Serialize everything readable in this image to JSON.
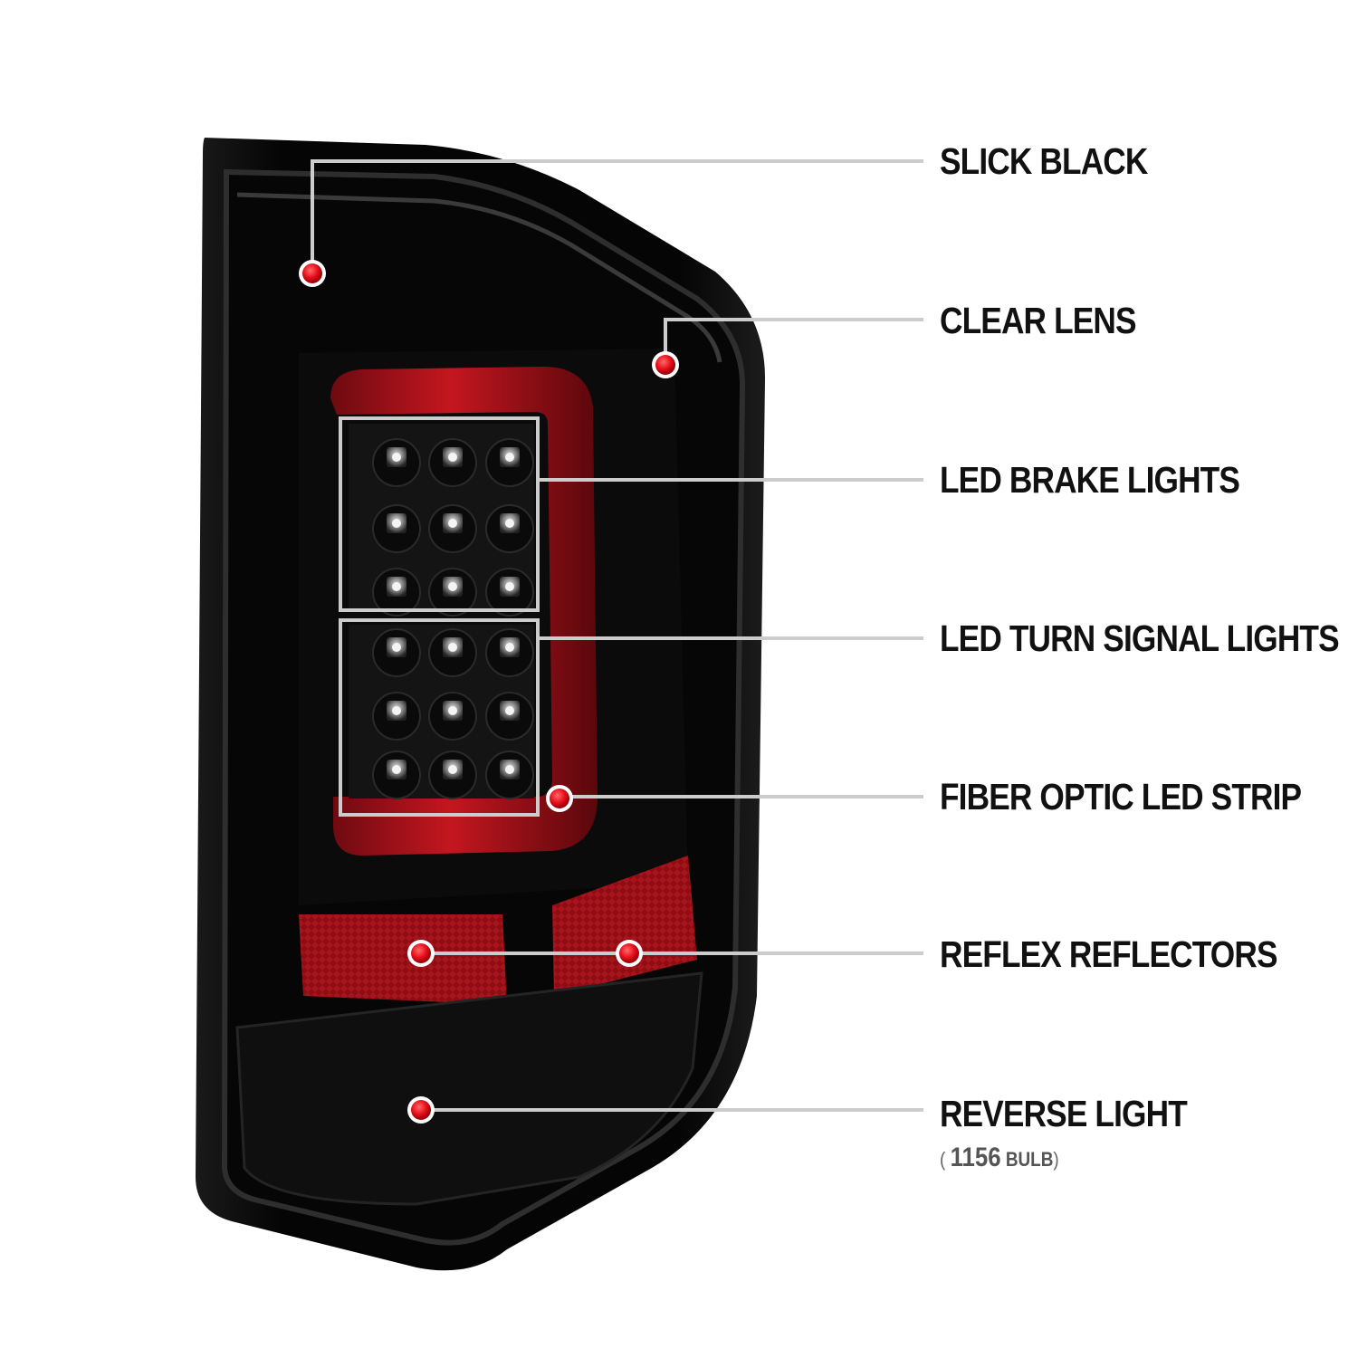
{
  "callouts": [
    {
      "label": "SLICK BLACK"
    },
    {
      "label": "CLEAR LENS"
    },
    {
      "label": "LED BRAKE LIGHTS"
    },
    {
      "label": "LED TURN SIGNAL LIGHTS"
    },
    {
      "label": "FIBER OPTIC LED STRIP"
    },
    {
      "label": "REFLEX REFLECTORS"
    },
    {
      "label": "REVERSE LIGHT",
      "note_open": "(",
      "note_value": "1156",
      "note_unit": "BULB",
      "note_close": ")"
    }
  ],
  "colors": {
    "housing": "#050505",
    "lens_edge": "#2a2a2a",
    "light_bar": "#b0121c",
    "reflector": "#8e0d14",
    "marker_dot": "#e8101c",
    "leader_line": "#cccccc"
  }
}
